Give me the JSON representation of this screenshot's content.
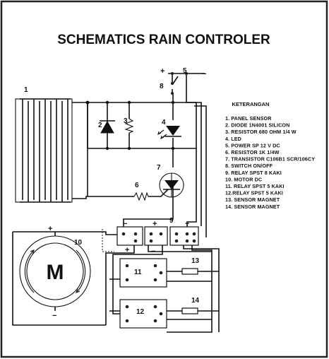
{
  "title": "SCHEMATICS RAIN CONTROLER",
  "component_numbers": [
    "1",
    "2",
    "3",
    "4",
    "5",
    "6",
    "7",
    "8",
    "9",
    "10",
    "11",
    "12",
    "13",
    "14"
  ],
  "symbols": {
    "plus": "+",
    "minus": "−",
    "motor": "M"
  },
  "legend": {
    "heading": "KETERANGAN",
    "items": [
      "1. PANEL SENSOR",
      "2. DIODE 1N4001 SILICON",
      "3. RESISTOR 680 OHM 1/4 W",
      "4. LED",
      "5. POWER SP 12 V DC",
      "6. RESISTOR 1K 1/4W",
      "7. TRANSISTOR C106B1 SCR/106CY",
      "8. SWITCH ON/OFF",
      "9. RELAY SPST 8 KAKI",
      "10. MOTOR DC",
      "11. RELAY SPST 5 KAKI",
      "12.RELAY SPST 5 KAKI",
      "13. SENSOR MAGNET",
      "14. SENSOR MAGNET"
    ]
  },
  "colors": {
    "ink": "#111111",
    "paper": "#ffffff",
    "frame": "#222222"
  }
}
